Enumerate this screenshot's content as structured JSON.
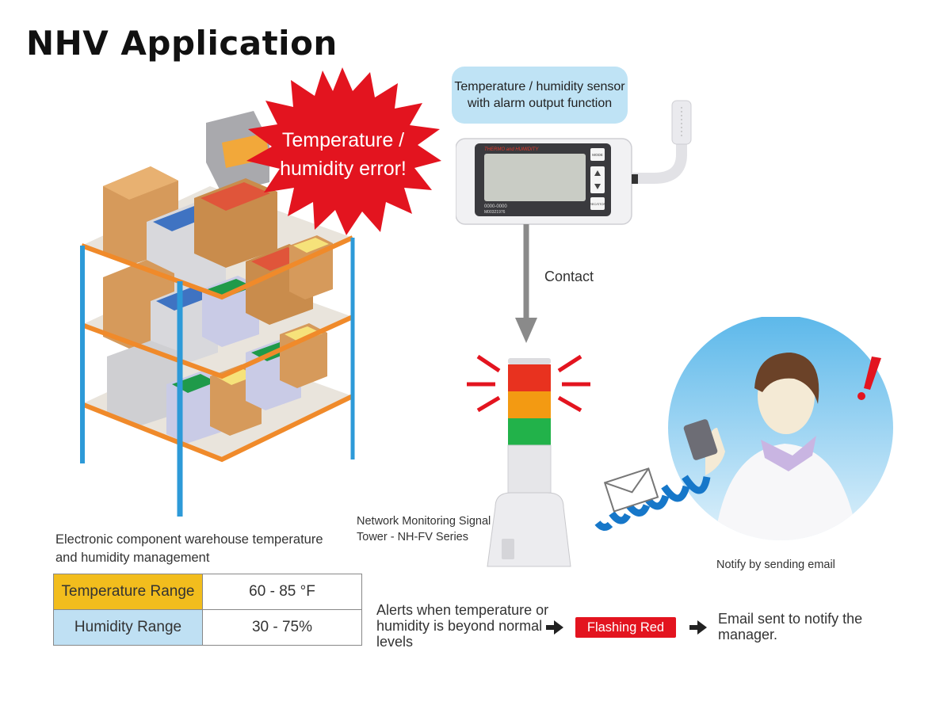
{
  "title": "NHV Application",
  "error_burst": {
    "line1": "Temperature /",
    "line2": "humidity error!"
  },
  "sensor": {
    "label": "Temperature / humidity sensor with alarm output function",
    "brand": "THERMO and HUMIDITY",
    "serial1": "0000-0000",
    "serial2": "M00321976",
    "btn_mode": "MODE",
    "btn_rec": "REC/STOP"
  },
  "contact_label": "Contact",
  "tower_caption": "Network Monitoring Signal Tower - NH-FV Series",
  "email_caption": "Notify by sending email",
  "warehouse_caption": "Electronic component warehouse temperature and humidity management",
  "ranges": [
    {
      "label": "Temperature Range",
      "value": "60 - 85 °F",
      "color": "#f2bd1d"
    },
    {
      "label": "Humidity Range",
      "value": "30 - 75%",
      "color": "#bfe0f3"
    }
  ],
  "flow": {
    "alert_text": "Alerts when temperature or humidity is beyond normal levels",
    "flashing": "Flashing Red",
    "email_sent": "Email sent to notify the manager."
  },
  "colors": {
    "burst_red": "#e3141f",
    "sensor_label_bg": "#bfe3f5",
    "tower_red": "#e8321f",
    "tower_amber": "#f39a12",
    "tower_green": "#22b24a",
    "wave_blue": "#1677c9",
    "sky_blue": "#8fcdf0"
  }
}
